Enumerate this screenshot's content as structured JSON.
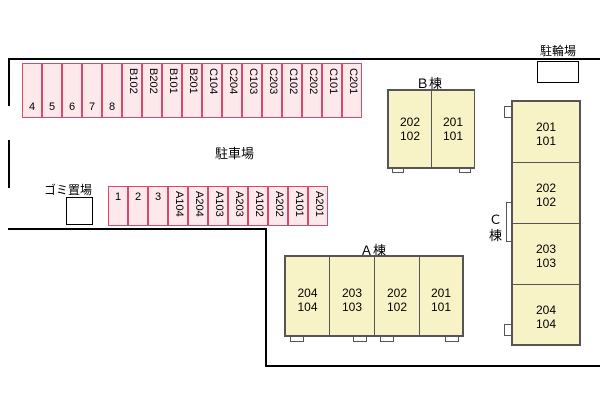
{
  "labels": {
    "parking": "駐車場",
    "bicycle": "駐輪場",
    "garbage": "ゴミ置場",
    "building_a": "Ａ棟",
    "building_b": "Ｂ棟",
    "building_c_1": "Ｃ",
    "building_c_2": "棟"
  },
  "top_row_numbers": [
    "4",
    "5",
    "6",
    "7",
    "8"
  ],
  "top_row_units": [
    "B102",
    "B202",
    "B101",
    "B201",
    "C104",
    "C204",
    "C103",
    "C203",
    "C102",
    "C202",
    "C101",
    "C201"
  ],
  "bottom_row_numbers": [
    "1",
    "2",
    "3"
  ],
  "bottom_row_units": [
    "A104",
    "A204",
    "A103",
    "A203",
    "A102",
    "A202",
    "A101",
    "A201"
  ],
  "building_a_units": [
    {
      "upper": "204",
      "lower": "104"
    },
    {
      "upper": "203",
      "lower": "103"
    },
    {
      "upper": "202",
      "lower": "102"
    },
    {
      "upper": "201",
      "lower": "101"
    }
  ],
  "building_b_units": [
    {
      "upper": "202",
      "lower": "102"
    },
    {
      "upper": "201",
      "lower": "101"
    }
  ],
  "building_c_units": [
    {
      "upper": "201",
      "lower": "101"
    },
    {
      "upper": "202",
      "lower": "102"
    },
    {
      "upper": "203",
      "lower": "103"
    },
    {
      "upper": "204",
      "lower": "104"
    }
  ],
  "colors": {
    "stall_fill": "#fde8ec",
    "stall_border": "#d94a6a",
    "building_fill": "#f8f3c6"
  }
}
